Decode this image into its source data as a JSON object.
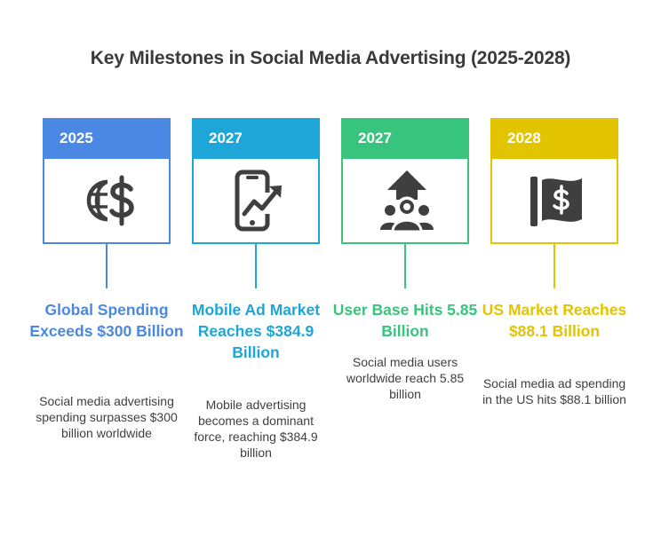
{
  "title": "Key Milestones in Social Media Advertising (2025-2028)",
  "colors": {
    "blue": "#4a88e4",
    "cyan": "#1ea6d8",
    "green": "#38c47c",
    "yellow": "#e2c500",
    "icon": "#3f3f3f"
  },
  "milestones": [
    {
      "year": "2025",
      "icon": "globe-dollar-icon",
      "headline": "Global Spending Exceeds $300 Billion",
      "description": "Social media advertising spending surpasses $300 billion worldwide"
    },
    {
      "year": "2027",
      "icon": "mobile-growth-icon",
      "headline": "Mobile Ad Market Reaches $384.9 Billion",
      "description": "Mobile advertising becomes a dominant force, reaching $384.9 billion"
    },
    {
      "year": "2027",
      "icon": "user-group-arrow-icon",
      "headline": "User Base Hits 5.85 Billion",
      "description": "Social media users worldwide reach 5.85 billion"
    },
    {
      "year": "2028",
      "icon": "dollar-flag-icon",
      "headline": "US Market Reaches $88.1 Billion",
      "description": "Social media ad spending in the US hits $88.1 billion"
    }
  ]
}
